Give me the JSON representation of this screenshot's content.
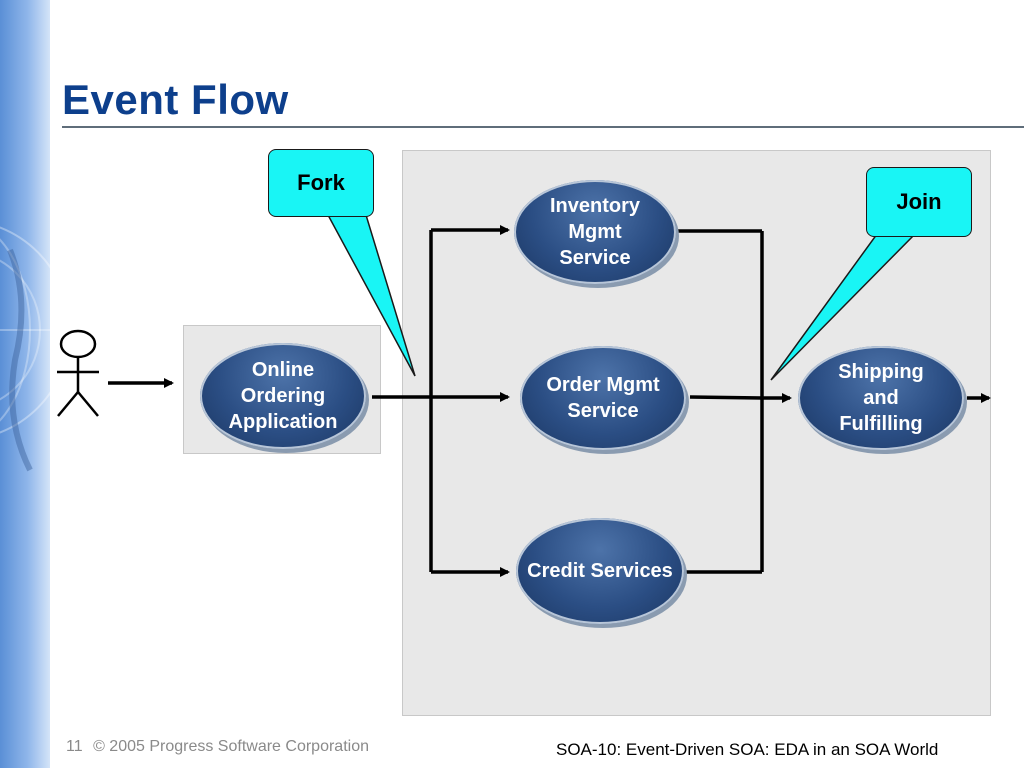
{
  "title": "Event Flow",
  "nodes": {
    "online_ordering": "Online\nOrdering\nApplication",
    "inventory": "Inventory\nMgmt\nService",
    "order_mgmt": "Order Mgmt\nService",
    "credit": "Credit Services",
    "shipping": "Shipping\nand\nFulfilling"
  },
  "callouts": {
    "fork": "Fork",
    "join": "Join"
  },
  "footer": {
    "page_number": "11",
    "copyright": "© 2005 Progress Software Corporation",
    "session": "SOA-10: Event-Driven SOA: EDA in an SOA World"
  },
  "colors": {
    "title": "#0d3f8c",
    "callout_fill": "#19f5f5",
    "node_fill": "#2b4e84"
  }
}
